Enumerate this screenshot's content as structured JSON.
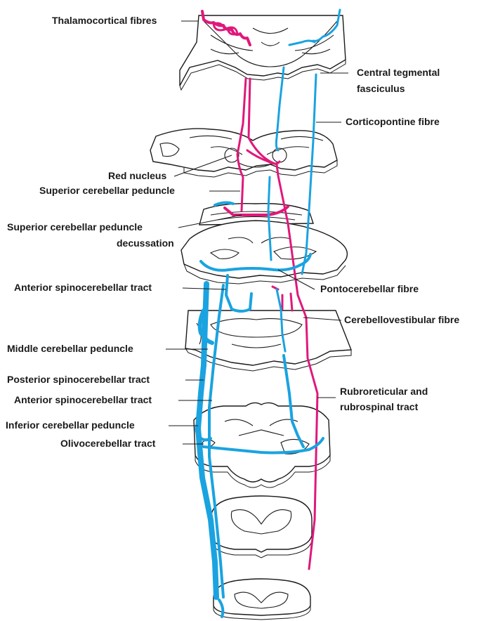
{
  "colors": {
    "blue_tract": "#1aa3e0",
    "pink_tract": "#e0187a",
    "outline": "#1a1a1a",
    "background": "#ffffff"
  },
  "labels": {
    "thalamocortical": "Thalamocortical fibres",
    "central_tegmental_1": "Central tegmental",
    "central_tegmental_2": "fasciculus",
    "corticopontine": "Corticopontine fibre",
    "red_nucleus": "Red nucleus",
    "superior_cerebellar_peduncle": "Superior cerebellar peduncle",
    "scp_decussation_1": "Superior cerebellar peduncle",
    "scp_decussation_2": "decussation",
    "anterior_spinocerebellar_upper": "Anterior spinocerebellar tract",
    "pontocerebellar": "Pontocerebellar fibre",
    "cerebellovestibular": "Cerebellovestibular fibre",
    "middle_cerebellar_peduncle": "Middle cerebellar peduncle",
    "posterior_spinocerebellar": "Posterior spinocerebellar tract",
    "rubroreticular_1": "Rubroreticular and",
    "rubroreticular_2": "rubrospinal tract",
    "anterior_spinocerebellar_lower": "Anterior spinocerebellar tract",
    "inferior_cerebellar_peduncle": "Inferior cerebellar peduncle",
    "olivocerebellar": "Olivocerebellar tract"
  }
}
